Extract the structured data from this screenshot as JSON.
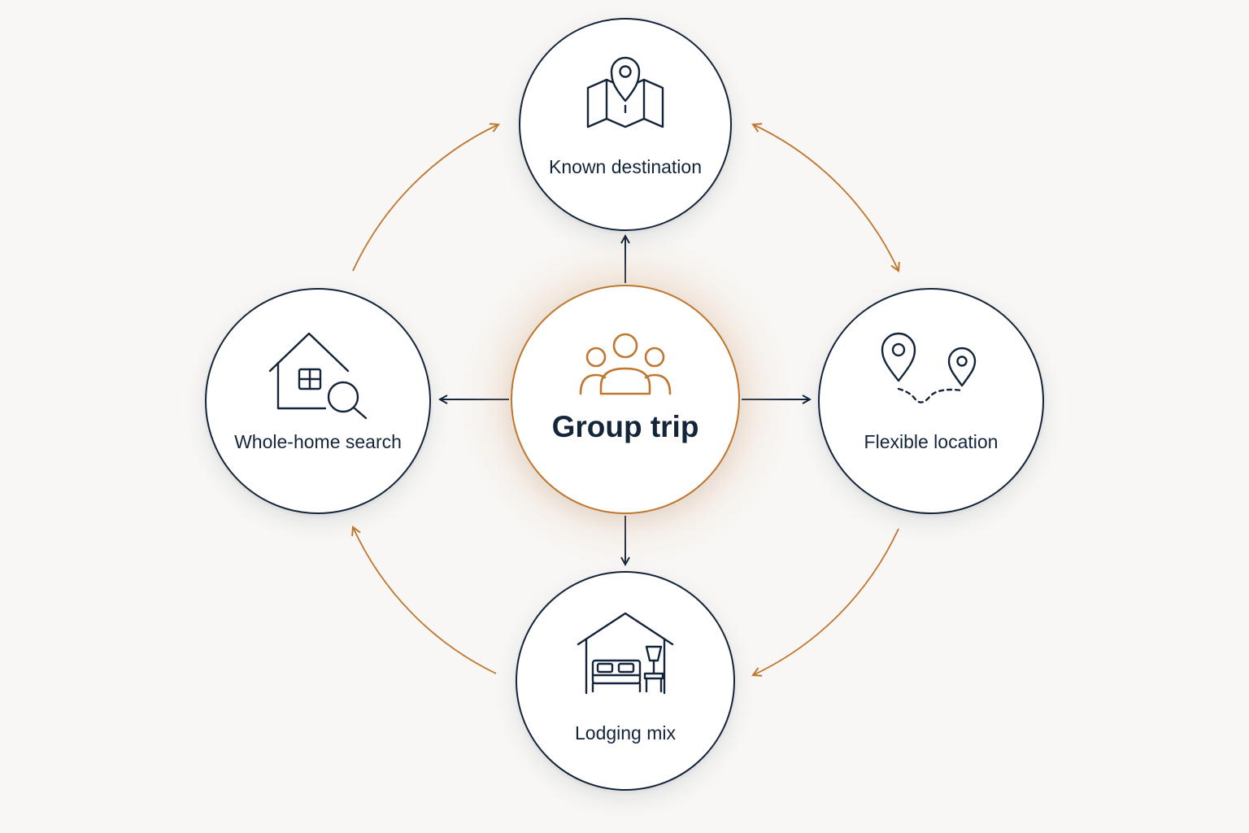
{
  "colors": {
    "background": "#f8f7f5",
    "node_border": "#14253a",
    "accent": "#c0772f",
    "text": "#14253a"
  },
  "center": {
    "title": "Group trip",
    "icon": "group-people-icon"
  },
  "nodes": {
    "top": {
      "label": "Known destination",
      "icon": "map-pin-icon"
    },
    "right": {
      "label": "Flexible location",
      "icon": "multiple-location-pins-icon"
    },
    "bottom": {
      "label": "Lodging mix",
      "icon": "house-bedroom-icon"
    },
    "left": {
      "label": "Whole-home search",
      "icon": "house-search-icon"
    }
  }
}
